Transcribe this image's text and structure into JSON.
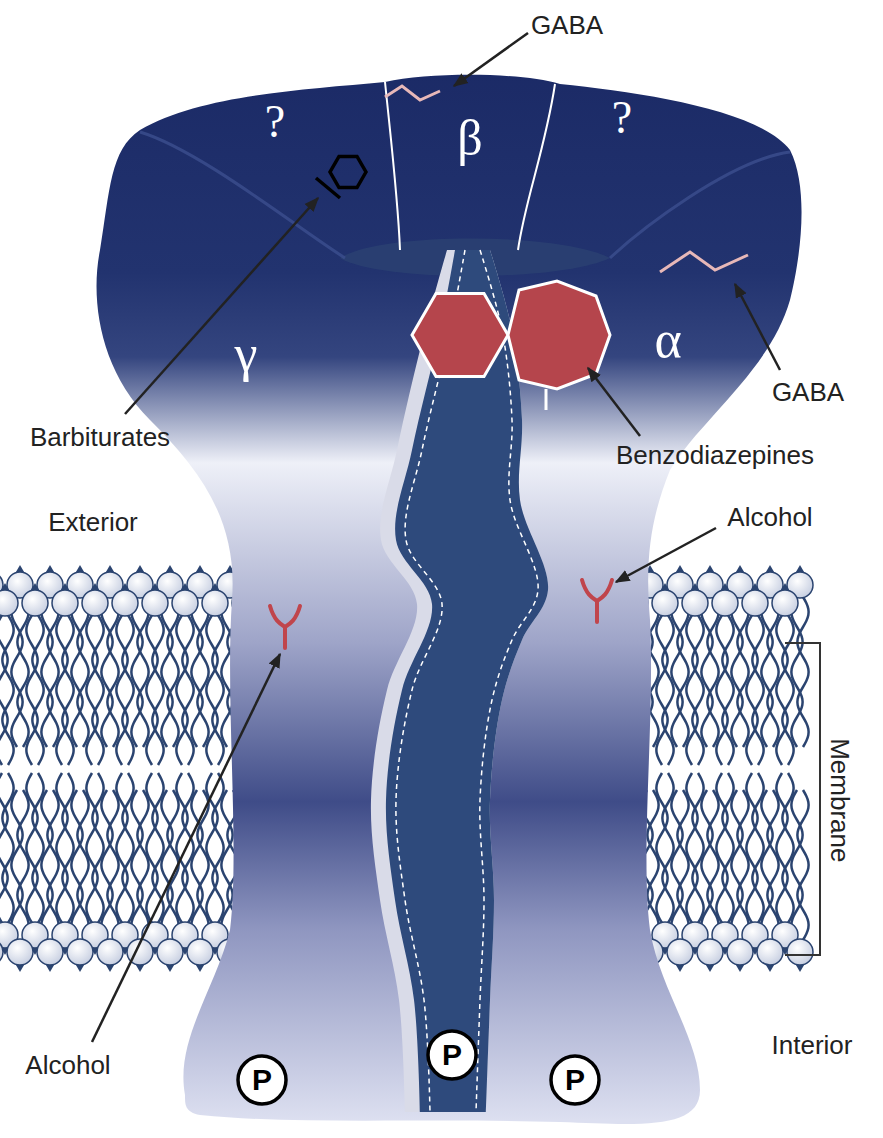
{
  "diagram": {
    "nodes": [
      {
        "text": [
          "P"
        ]
      },
      {
        "text": [
          "P"
        ]
      },
      {
        "text": [
          "P"
        ]
      }
    ],
    "labels": [
      "GABA",
      "?",
      "β",
      "?",
      "γ",
      "α",
      "Barbiturates",
      "GABA",
      "Benzodiazepines",
      "Exterior",
      "Alcohol",
      "Membrane",
      "Alcohol",
      "Interior"
    ]
  }
}
